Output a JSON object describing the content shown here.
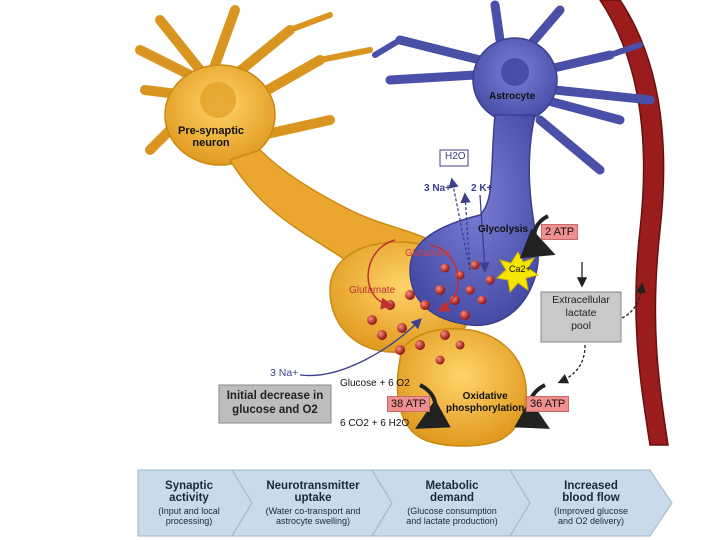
{
  "labels": {
    "presynaptic": "Pre-synaptic\nneuron",
    "astrocyte": "Astrocyte",
    "h2o": "H2O",
    "na3": "3 Na+",
    "k2": "2 K+",
    "glycolysis": "Glycolysis",
    "atp2": "2 ATP",
    "gln": "Glutamine",
    "ca": "Ca2+",
    "glutamate": "Glutamate",
    "lactate_box": "Extracellular\nlactate\npool",
    "na3_bottom": "3 Na+",
    "initial_decrease": "Initial decrease in\nglucose and O2",
    "glucose_o2": "Glucose + 6 O2",
    "atp38": "38 ATP",
    "oxphos": "Oxidative\nphosphorylation",
    "atp36": "36 ATP",
    "co2_h2o": "6 CO2 + 6 H2O"
  },
  "flow": [
    {
      "title": "Synaptic\nactivity",
      "sub": "(Input and local\nprocessing)"
    },
    {
      "title": "Neurotransmitter\nuptake",
      "sub": "(Water co-transport and\nastrocyte swelling)"
    },
    {
      "title": "Metabolic\ndemand",
      "sub": "(Glucose consumption\nand lactate production)"
    },
    {
      "title": "Increased\nblood flow",
      "sub": "(Improved glucose\nand O2 delivery)"
    }
  ],
  "colors": {
    "neuron": "#f0b43a",
    "neuron_dark": "#c98a12",
    "astrocyte": "#5a5fb8",
    "astrocyte_dark": "#3c3f8c",
    "vessel": "#9b1c1c",
    "vesicle": "#b22222",
    "flow_bg": "#c9dbea",
    "atp_bg": "#f08f8f"
  }
}
